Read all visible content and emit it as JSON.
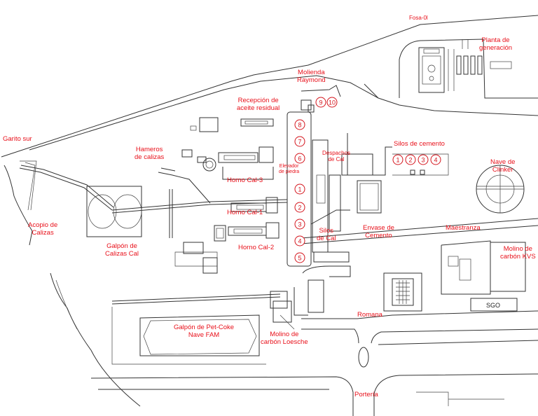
{
  "labels": {
    "top_cut": "Fosa-0l",
    "planta": "Planta de\ngeneración",
    "molienda": "Molienda\nRaymond",
    "recepcion": "Recepción de\naceite residual",
    "garito": "Garito sur",
    "hameros": "Hameros\nde calizas",
    "horno3": "Horno Cal-3",
    "horno1": "Horno Cal-1",
    "horno2": "Horno Cal-2",
    "acopio": "Acopio de\nCalizas",
    "galpon_calizas": "Galpón de\nCalizas Cal",
    "silos_cemento": "Silos de cemento",
    "despachos": "Despachos\nde Cal",
    "silos_cal": "Silos\nde Cal",
    "envase": "Envase de\nCemento",
    "maestranza": "Maestranza",
    "nave_clinker": "Nave de\nClinker",
    "molino_kvs": "Molino de\ncarbón KVS",
    "sgo": "SGO",
    "romana": "Romana",
    "galpon_petcoke": "Galpón de Pet-Coke\nNave FAM",
    "molino_loesche": "Molino de\ncarbón Loesche",
    "porteria": "Portería",
    "small_note": "Elevador\nde piedra"
  },
  "silos_cal": [
    "8",
    "7",
    "6",
    "1",
    "2",
    "3",
    "4",
    "5"
  ],
  "silos_raymond": [
    "9",
    "10"
  ],
  "silos_cemento": [
    "1",
    "2",
    "3",
    "4"
  ],
  "colors": {
    "label": "#e8101a",
    "line": "#333333"
  }
}
